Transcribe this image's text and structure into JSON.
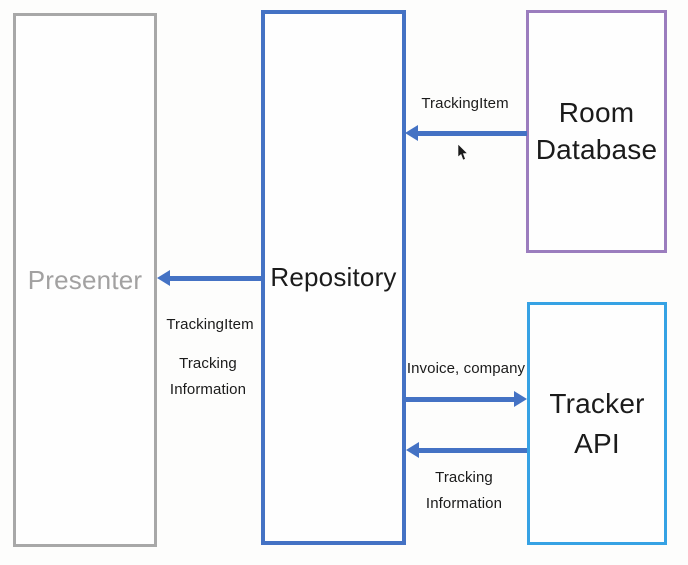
{
  "diagram": {
    "nodes": {
      "presenter": {
        "label": "Presenter"
      },
      "repository": {
        "label": "Repository"
      },
      "room_database": {
        "label": "Room Database"
      },
      "tracker_api": {
        "label": "Tracker API"
      }
    },
    "edge_labels": {
      "room_to_repository": "TrackingItem",
      "repository_to_presenter_1": "TrackingItem",
      "repository_to_presenter_2": "Tracking Information",
      "repository_to_tracker": "Invoice, company",
      "tracker_to_repository": "Tracking Information"
    },
    "colors": {
      "presenter_border": "#a8a8a8",
      "presenter_text": "#a2a1a1",
      "repository_border": "#4472c4",
      "room_database_border": "#9b7dbe",
      "tracker_api_border": "#36a2e4",
      "arrow": "#4472c4",
      "label_text": "#1b1b1b",
      "background": "#fdfdfc"
    }
  }
}
